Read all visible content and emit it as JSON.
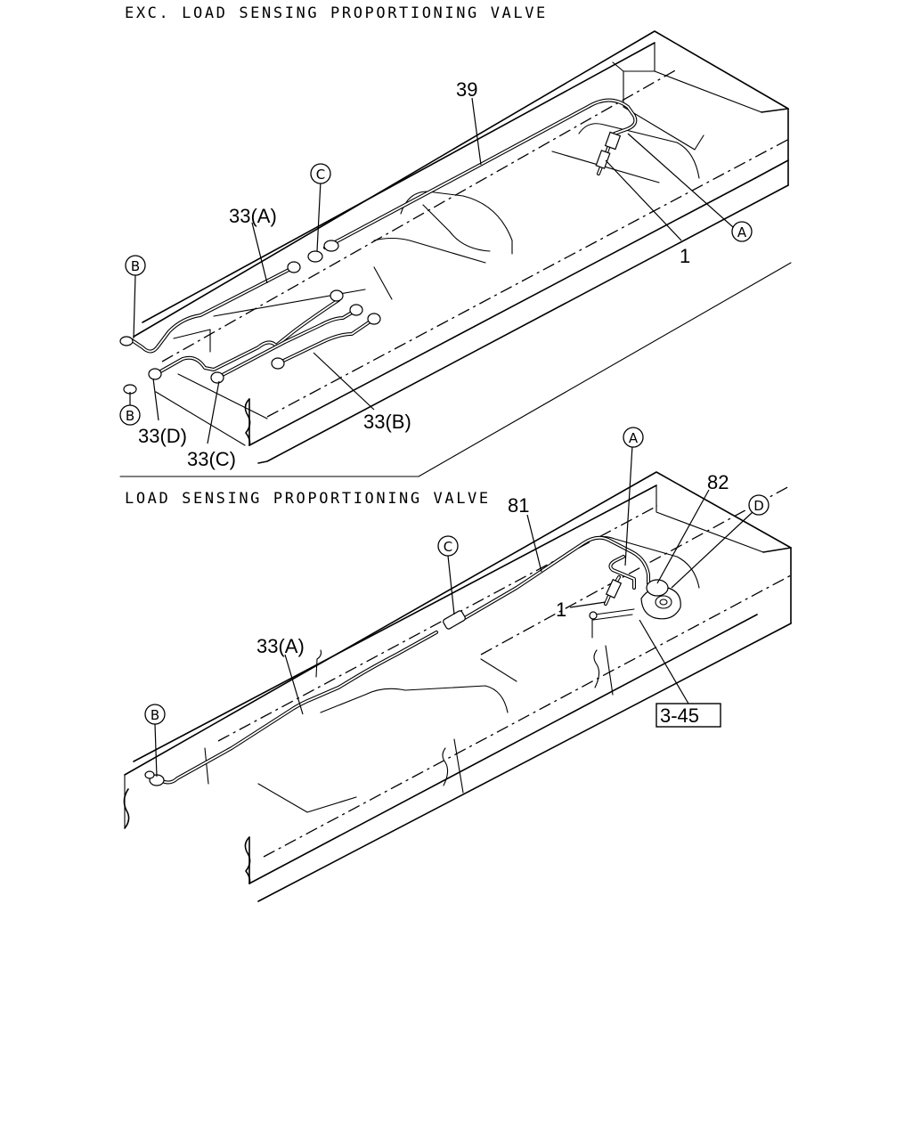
{
  "section_top": {
    "title": "EXC. LOAD SENSING PROPORTIONING VALVE",
    "parts": {
      "p39": "39",
      "p1": "1",
      "p33a": "33(A)",
      "p33b": "33(B)",
      "p33c": "33(C)",
      "p33d": "33(D)"
    },
    "callouts": {
      "a": "A",
      "b1": "B",
      "b2": "B",
      "c": "C"
    }
  },
  "section_bottom": {
    "title": "LOAD SENSING PROPORTIONING VALVE",
    "parts": {
      "p81": "81",
      "p82": "82",
      "p1": "1",
      "p33a": "33(A)"
    },
    "callouts": {
      "a": "A",
      "b": "B",
      "c": "C",
      "d": "D"
    },
    "reference_box": "3-45"
  }
}
